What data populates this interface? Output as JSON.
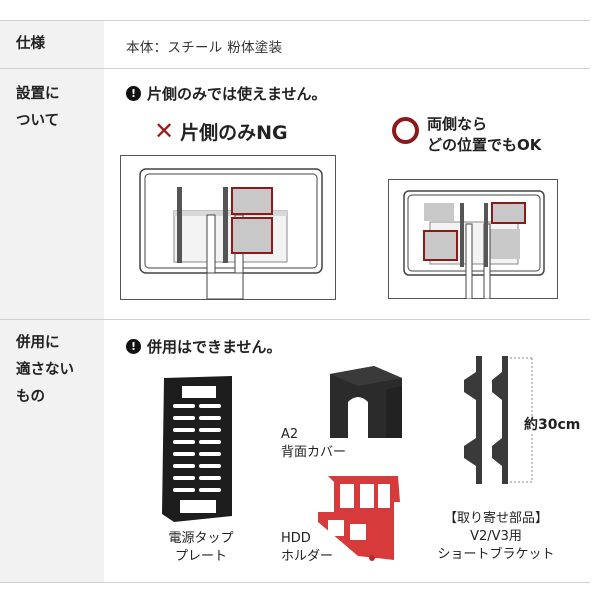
{
  "rows": [
    {
      "label": "仕様",
      "value": "本体：スチール 粉体塗装"
    },
    {
      "label_lines": [
        "設置に",
        "ついて"
      ],
      "warning": "片側のみでは使えません。",
      "ng": {
        "mark": "✕",
        "text": "片側のみNG"
      },
      "ok": {
        "lines": [
          "両側なら",
          "どの位置でもOK"
        ]
      }
    },
    {
      "label_lines": [
        "併用に",
        "適さない",
        "もの"
      ],
      "warning": "併用はできません。",
      "items": [
        {
          "lines": [
            "電源タップ",
            "プレート"
          ]
        },
        {
          "lines": [
            "A2",
            "背面カバー"
          ]
        },
        {
          "lines": [
            "HDD",
            "ホルダー"
          ]
        },
        {
          "lines": [
            "【取り寄せ部品】",
            "V2/V3用",
            "ショートブラケット"
          ]
        }
      ],
      "dimension": "約30cm"
    }
  ],
  "warning_icon": "!",
  "colors": {
    "accent_red": "#9b1c1c",
    "label_bg": "#f2f2f2",
    "divider": "#d0d0d0"
  }
}
